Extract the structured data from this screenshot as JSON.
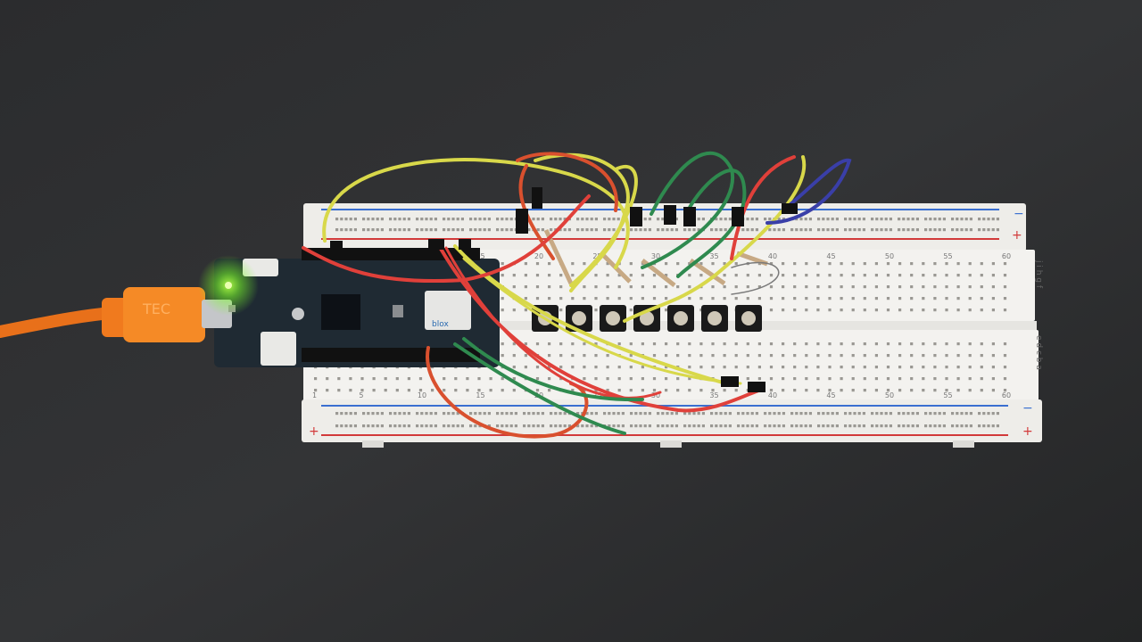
{
  "board": {
    "led_color": "#7CFF2A",
    "pcb_color": "#1f2a33",
    "module_mark": "blox"
  },
  "cable": {
    "color": "#f07a1e",
    "brand_mark": "TEC"
  },
  "breadboard": {
    "color": "#f2f1ee",
    "rail_blue": "#3a6fd0",
    "rail_red": "#d23a3a",
    "rail_minus": "−",
    "rail_plus": "+",
    "top_row_letters": "j i h g f",
    "bottom_row_letters": "e d c b a",
    "col_numbers": [
      "1",
      "5",
      "10",
      "15",
      "20",
      "25",
      "30",
      "35",
      "40",
      "45",
      "50",
      "55",
      "60"
    ]
  },
  "buttons": {
    "count": 7
  },
  "wires": {
    "colors": [
      "#d8d84a",
      "#d9502e",
      "#2f8a4f",
      "#3a3fa8",
      "#e0403a"
    ]
  }
}
